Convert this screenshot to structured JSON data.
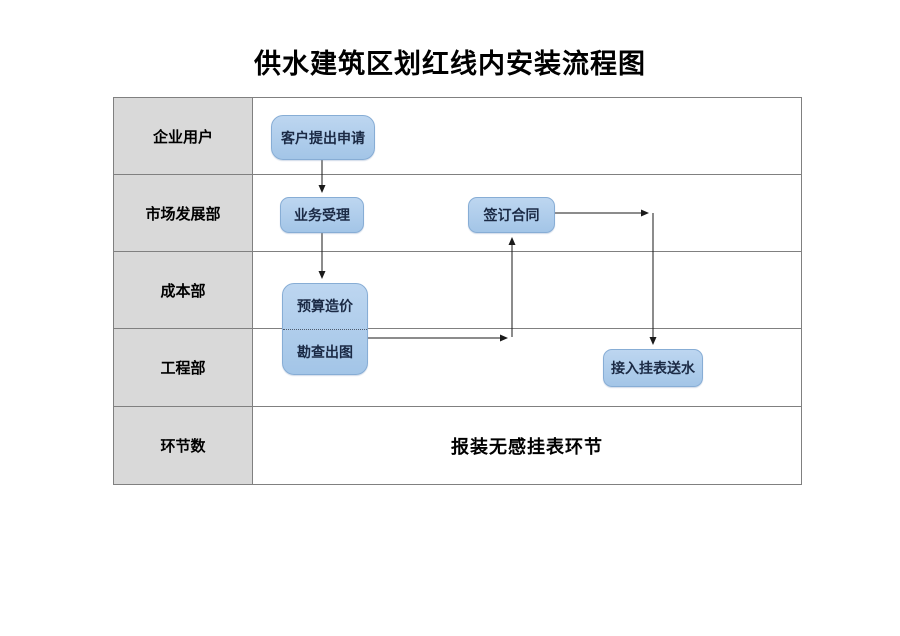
{
  "title": "供水建筑区划红线内安装流程图",
  "lanes": [
    {
      "label": "企业用户"
    },
    {
      "label": "市场发展部"
    },
    {
      "label": "成本部"
    },
    {
      "label": "工程部"
    },
    {
      "label": "环节数"
    }
  ],
  "nodes": {
    "customer_request": "客户提出申请",
    "service_acceptance": "业务受理",
    "sign_contract": "签订合同",
    "budget_estimate": "预算造价",
    "survey_drawing": "勘查出图",
    "meter_water_supply": "接入挂表送水"
  },
  "footer_note": "报装无感挂表环节",
  "colors": {
    "node_fill_top": "#bdd6f0",
    "node_fill_bottom": "#a3c5e7",
    "node_border": "#87add5",
    "lane_fill": "#d9d9d9",
    "grid_line": "#808080",
    "arrow": "#1a1a1a"
  }
}
